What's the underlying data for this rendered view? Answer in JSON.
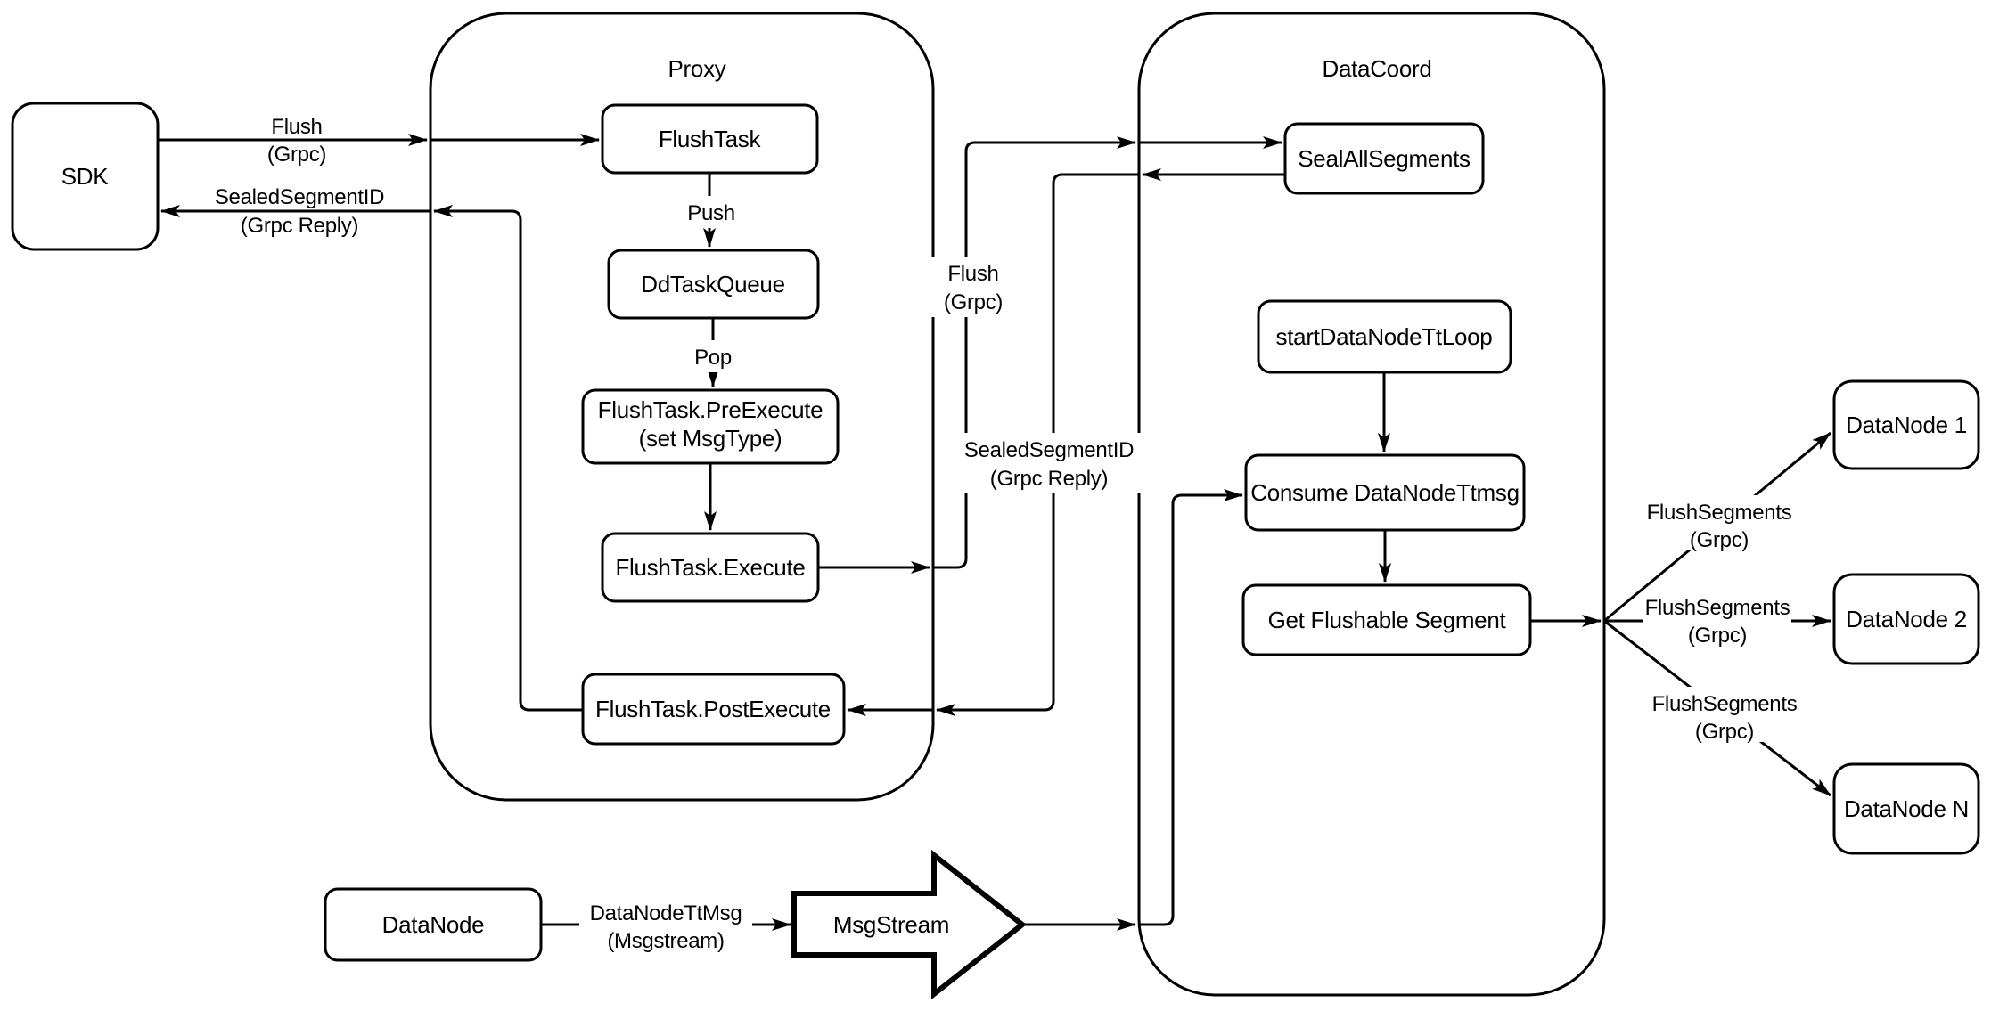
{
  "diagram": {
    "colors": {
      "stroke": "#000000",
      "background": "#ffffff",
      "node_fill": "#ffffff"
    },
    "containers": {
      "proxy": "Proxy",
      "datacoord": "DataCoord"
    },
    "nodes": {
      "sdk": "SDK",
      "flush_task": "FlushTask",
      "dd_task_queue": "DdTaskQueue",
      "pre_execute_line1": "FlushTask.PreExecute",
      "pre_execute_line2": "(set MsgType)",
      "execute": "FlushTask.Execute",
      "post_execute": "FlushTask.PostExecute",
      "seal_all_segments": "SealAllSegments",
      "start_datanode_tt_loop": "startDataNodeTtLoop",
      "consume_datanode_ttmsg": "Consume DataNodeTtmsg",
      "get_flushable_segment": "Get Flushable Segment",
      "datanode_1": "DataNode 1",
      "datanode_2": "DataNode 2",
      "datanode_n": "DataNode N",
      "datanode": "DataNode",
      "msgstream": "MsgStream"
    },
    "edge_labels": {
      "flush_sdk_line1": "Flush",
      "flush_sdk_line2": "(Grpc)",
      "sealed_sdk_line1": "SealedSegmentID",
      "sealed_sdk_line2": "(Grpc Reply)",
      "push": "Push",
      "pop": "Pop",
      "flush_mid_line1": "Flush",
      "flush_mid_line2": "(Grpc)",
      "sealed_mid_line1": "SealedSegmentID",
      "sealed_mid_line2": "(Grpc Reply)",
      "flush_segments_1_line1": "FlushSegments",
      "flush_segments_1_line2": "(Grpc)",
      "flush_segments_2_line1": "FlushSegments",
      "flush_segments_2_line2": "(Grpc)",
      "flush_segments_3_line1": "FlushSegments",
      "flush_segments_3_line2": "(Grpc)",
      "datanode_ttmsg_line1": "DataNodeTtMsg",
      "datanode_ttmsg_line2": "(Msgstream)"
    }
  }
}
